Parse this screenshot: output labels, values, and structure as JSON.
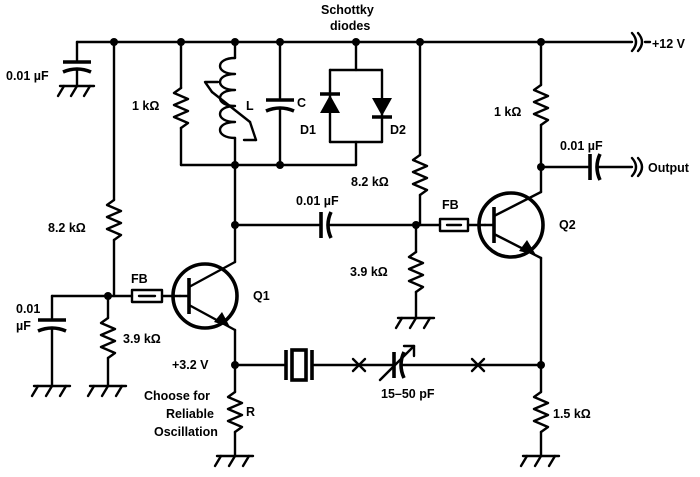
{
  "labels": {
    "schottky": "Schottky",
    "diodes": "diodes",
    "supply": "+12 V",
    "cap_top_left": "0.01 µF",
    "r_tank": "1 kΩ",
    "inductor": "L",
    "cap_c": "C",
    "d1": "D1",
    "d2": "D2",
    "r_collector": "1 kΩ",
    "cap_output": "0.01 µF",
    "output": "Output",
    "r_8k2_right": "8.2 kΩ",
    "cap_coupling": "0.01 µF",
    "fb_right": "FB",
    "q2": "Q2",
    "r_8k2_left": "8.2 kΩ",
    "r_3k9_right": "3.9 kΩ",
    "fb_left": "FB",
    "q1": "Q1",
    "cap_left_value": "0.01",
    "cap_left_unit": "µF",
    "r_3k9_left": "3.9 kΩ",
    "bias_voltage": "+3.2 V",
    "trimmer": "15–50 pF",
    "note_1": "Choose for",
    "note_2": "Reliable",
    "note_3": "Oscillation",
    "r": "R",
    "r_1k5": "1.5 kΩ"
  }
}
